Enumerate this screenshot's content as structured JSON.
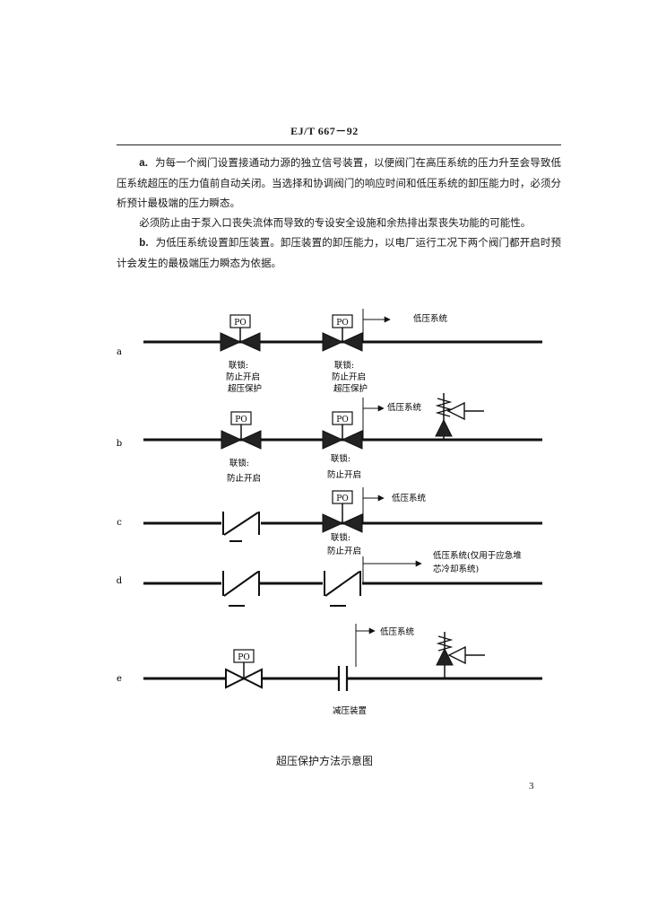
{
  "header": {
    "doc_code": "EJ/T 667－92"
  },
  "body": {
    "para_a_label": "a.",
    "para_a_text": "为每一个阀门设置接通动力源的独立信号装置，以便阀门在高压系统的压力升至会导致低压系统超压的压力值前自动关闭。当选择和协调阀门的响应时间和低压系统的卸压能力时，必须分析预计最极端的压力瞬态。",
    "para_2_text": "必须防止由于泵入口丧失流体而导致的专设安全设施和余热排出泵丧失功能的可能性。",
    "para_b_label": "b.",
    "para_b_text": "为低压系统设置卸压装置。卸压装置的卸压能力，以电厂运行工况下两个阀门都开启时预计会发生的最极端压力瞬态为依据。"
  },
  "diagram": {
    "row_labels": [
      "a",
      "b",
      "c",
      "d",
      "e"
    ],
    "po_label": "PO",
    "lp_system": "低压系统",
    "lp_system_d_line1": "低压系统(仅用于应急堆",
    "lp_system_d_line2": "芯冷却系统)",
    "a1_line1": "联锁:",
    "a1_line2": "防止开启",
    "a1_line3": "超压保护",
    "a2_line1": "联锁:",
    "a2_line2": "防止开启",
    "a2_line3": "超压保护",
    "b1_line1": "联锁:",
    "b1_line2": "防止开启",
    "b2_line1": "联锁:",
    "b2_line2": "防止开启",
    "c_line1": "联锁:",
    "c_line2": "防止开启",
    "e_device": "减压装置"
  },
  "caption": "超压保护方法示意图",
  "page_number": "3"
}
